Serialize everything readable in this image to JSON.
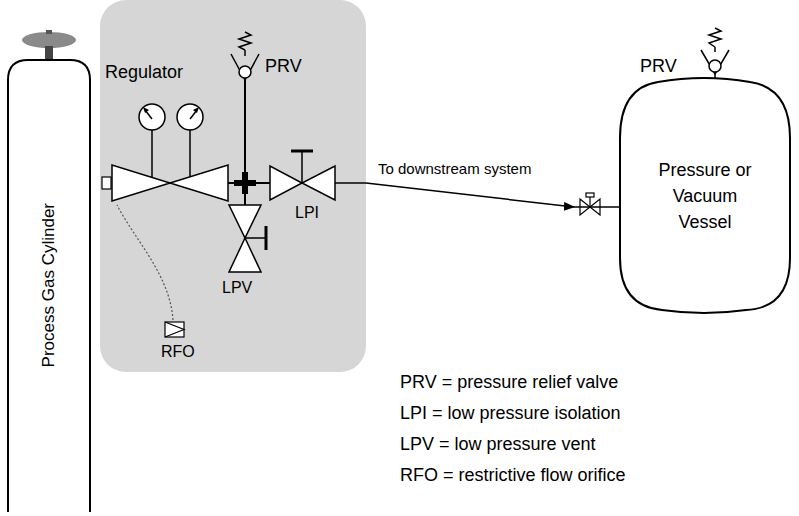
{
  "diagram": {
    "nodes": [
      {
        "text": [
          "Process Gas Cylinder"
        ]
      },
      {
        "text": [
          "Regulator",
          "PRV",
          "LPI",
          "LPV",
          "RFO"
        ]
      },
      {
        "text": [
          "Pressure or Vacuum Vessel"
        ]
      }
    ],
    "edges": [
      {
        "from": 1,
        "to": 2,
        "label": "To downstream system",
        "arrow": "to"
      }
    ],
    "labels": [
      "PRV",
      "PRV = pressure relief valve",
      "LPI = low pressure isolation",
      "LPV = low pressure vent",
      "RFO = restrictive flow orifice"
    ]
  }
}
